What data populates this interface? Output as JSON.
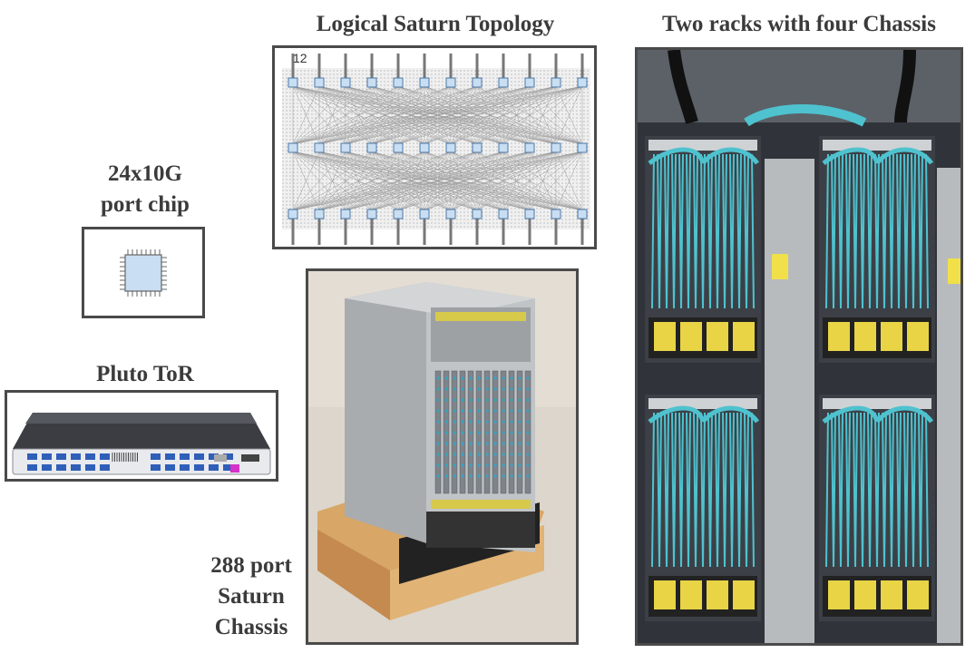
{
  "labels": {
    "topology_title": "Logical Saturn Topology",
    "racks_title": "Two racks with four Chassis",
    "chip_line1": "24x10G",
    "chip_line2": "port chip",
    "tor_title": "Pluto ToR",
    "chassis_line1": "288 port",
    "chassis_line2": "Saturn",
    "chassis_line3": "Chassis"
  },
  "topology": {
    "corner_number": "12",
    "nodes_per_row": 12,
    "rows": 3
  },
  "colors": {
    "frame": "#4a4a4a",
    "node_fill": "#c9def2",
    "cable": "#4fc2cf",
    "rack": "#2a2d33"
  }
}
